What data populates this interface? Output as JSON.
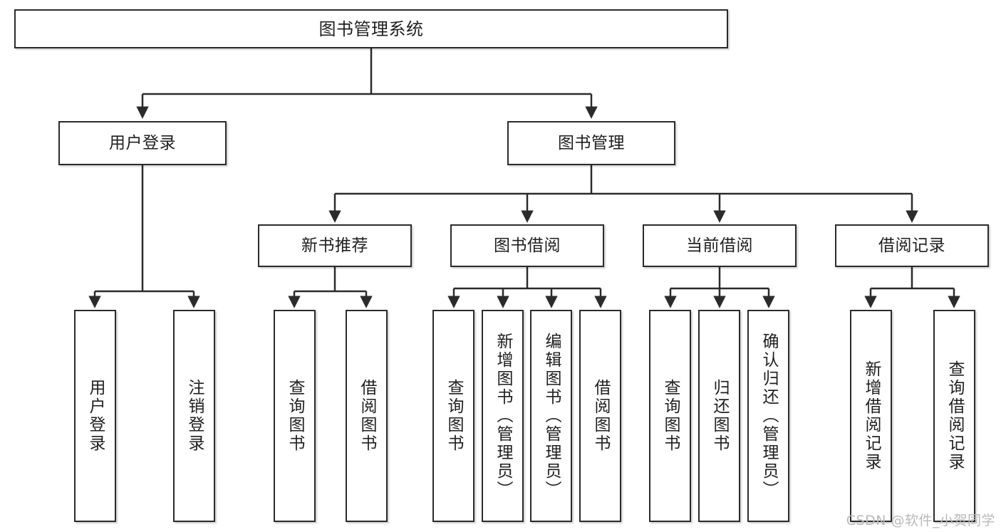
{
  "diagram": {
    "title": "图书管理系统",
    "watermark": "CSDN @软件_小贺同学",
    "colors": {
      "box_border": "#2b2b2b",
      "box_fill": "#ffffff",
      "edge": "#2b2b2b",
      "text": "#1f1f1f",
      "watermark": "#b9b9b9",
      "background": "#ffffff"
    },
    "nodes": {
      "root": {
        "label": "图书管理系统"
      },
      "level2": [
        {
          "label": "用户登录"
        },
        {
          "label": "图书管理"
        }
      ],
      "level3": [
        {
          "label": "新书推荐"
        },
        {
          "label": "图书借阅"
        },
        {
          "label": "当前借阅"
        },
        {
          "label": "借阅记录"
        }
      ],
      "leaves_user_login": [
        {
          "label": "用户登录"
        },
        {
          "label": "注销登录"
        }
      ],
      "leaves_new_book": [
        {
          "label": "查询图书"
        },
        {
          "label": "借阅图书"
        }
      ],
      "leaves_borrow": [
        {
          "label": "查询图书"
        },
        {
          "label": "新增图书（管理员）"
        },
        {
          "label": "编辑图书（管理员）"
        },
        {
          "label": "借阅图书"
        }
      ],
      "leaves_current": [
        {
          "label": "查询图书"
        },
        {
          "label": "归还图书"
        },
        {
          "label": "确认归还（管理员）"
        }
      ],
      "leaves_record": [
        {
          "label": "新增借阅记录"
        },
        {
          "label": "查询借阅记录"
        }
      ]
    }
  }
}
